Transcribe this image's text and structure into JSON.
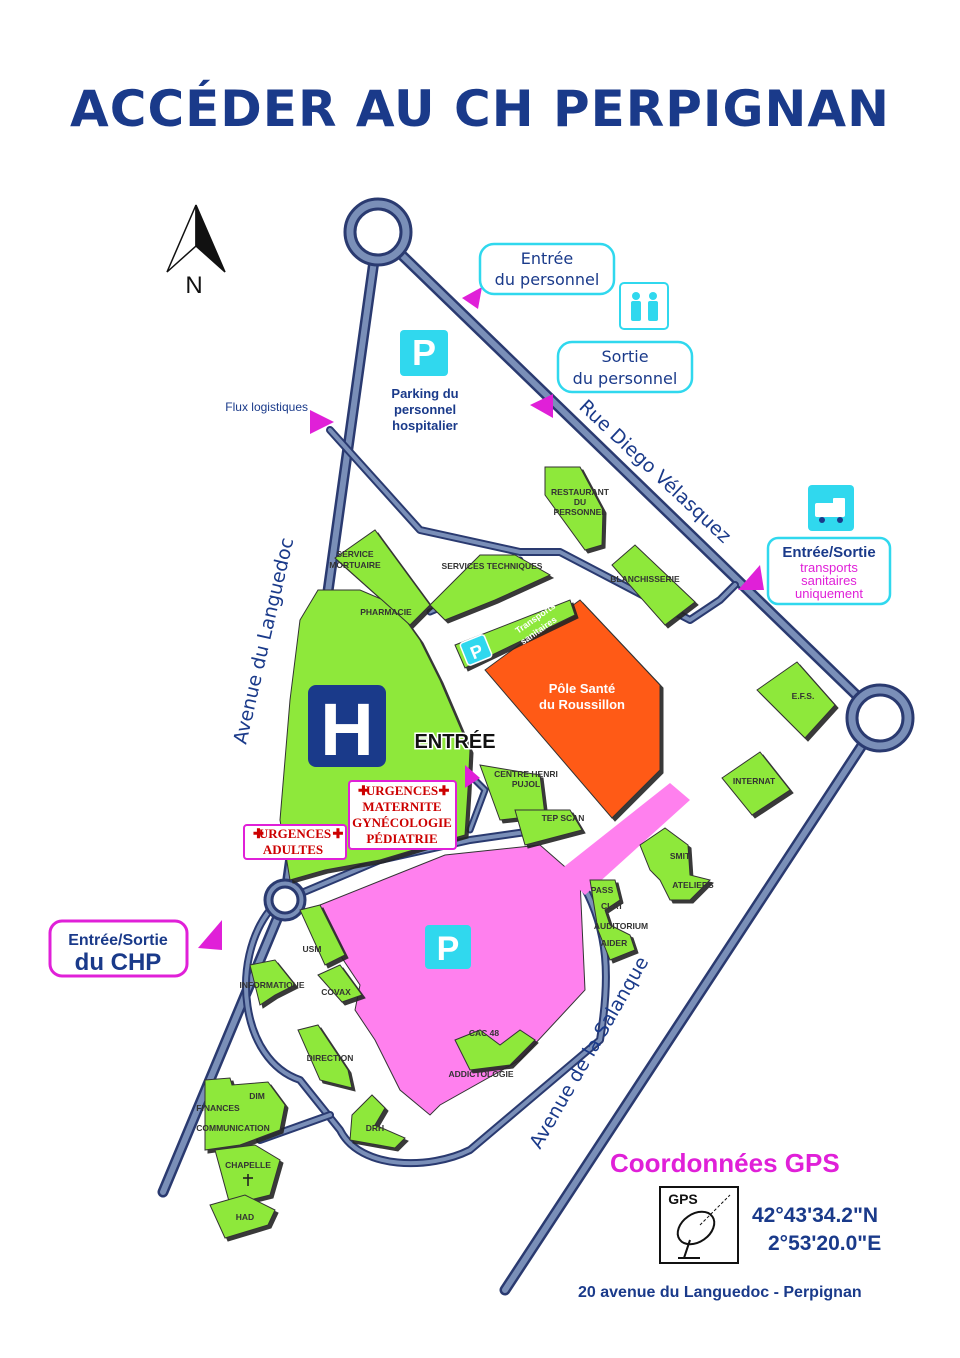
{
  "title": "ACCÉDER AU CH PERPIGNAN",
  "compass": {
    "label": "N"
  },
  "roads": {
    "avenue_languedoc": "Avenue du Languedoc",
    "rue_diego": "Rue Diego Vélasquez",
    "avenue_salanque": "Avenue de la Salanque"
  },
  "callouts": {
    "entree_personnel": [
      "Entrée",
      "du personnel"
    ],
    "sortie_personnel": [
      "Sortie",
      "du personnel"
    ],
    "flux_logistiques": "Flux logistiques",
    "entree_sortie_transports": [
      "Entrée/Sortie",
      "transports",
      "sanitaires",
      "uniquement"
    ],
    "entree_sortie_chp": [
      "Entrée/Sortie",
      "du CHP"
    ],
    "entree": "ENTRÉE",
    "urgences_adultes": [
      "URGENCES",
      "ADULTES"
    ],
    "urgences_mat": [
      "URGENCES",
      "MATERNITE",
      "GYNÉCOLOGIE",
      "PÉDIATRIE"
    ]
  },
  "parkings": {
    "personnel": [
      "Parking du",
      "personnel",
      "hospitalier"
    ],
    "transports": [
      "Transports",
      "sanitaires"
    ],
    "icon_letter": "P",
    "hospital_letter": "H"
  },
  "pole_sante": [
    "Pôle Santé",
    "du Roussillon"
  ],
  "buildings": {
    "restaurant": [
      "RESTAURANT",
      "DU",
      "PERSONNEL"
    ],
    "service_mortuaire": [
      "SERVICE",
      "MORTUAIRE"
    ],
    "services_techniques": "SERVICES TECHNIQUES",
    "blanchisserie": "BLANCHISSERIE",
    "pharmacie": "PHARMACIE",
    "efs": "E.F.S.",
    "internat": "INTERNAT",
    "centre_henri_pujol": [
      "CENTRE HENRI",
      "PUJOL"
    ],
    "tep_scan": "TEP SCAN",
    "smit": "SMIT",
    "ateliers": "ATELIERS",
    "pass": "PASS",
    "clat": "CLAT",
    "auditorium": "AUDITORIUM",
    "aider": "AIDER",
    "usm": "USM",
    "informatique": "INFORMATIQUE",
    "covax": "COVAX",
    "cac48": "CAC 48",
    "addictologie": "ADDICTOLOGIE",
    "direction": "DIRECTION",
    "dim": "DIM",
    "finances": "FINANCES",
    "communication": "COMMUNICATION",
    "drh": "DRH",
    "chapelle": "CHAPELLE",
    "had": "HAD"
  },
  "gps": {
    "title": "Coordonnées GPS",
    "icon_label": "GPS",
    "lat": "42°43'34.2\"N",
    "lon": "2°53'20.0\"E"
  },
  "address": "20 avenue du Languedoc - Perpignan",
  "colors": {
    "navy": "#1a3a8a",
    "green": "#8ee83a",
    "orange": "#ff5a14",
    "pink": "#ff80ee",
    "magenta": "#e020d8",
    "cyan": "#30d8ee",
    "road_fill": "#7a8fb8"
  }
}
